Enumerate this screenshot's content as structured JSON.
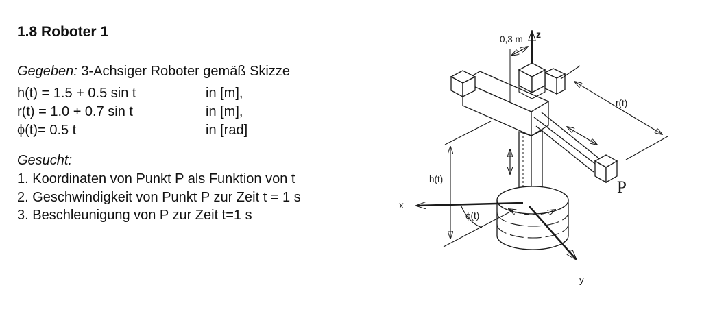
{
  "exercise": {
    "title": "1.8 Roboter 1",
    "given_label": "Gegeben:",
    "given_text": "3-Achsiger Roboter gemäß Skizze",
    "equations": [
      {
        "lhs": "h(t) = 1.5 + 0.5 sin t",
        "unit": "in [m],"
      },
      {
        "lhs": "r(t) = 1.0 + 0.7 sin t",
        "unit": "in [m],"
      },
      {
        "lhs": "ϕ(t)= 0.5 t",
        "unit": "in [rad]"
      }
    ],
    "sought_label": "Gesucht:",
    "tasks": [
      "1. Koordinaten von Punkt P als Funktion von t",
      "2. Geschwindigkeit von Punkt P zur Zeit t = 1 s",
      "3. Beschleunigung von P zur Zeit t=1 s"
    ]
  },
  "diagram": {
    "labels": {
      "offset": "0,3 m",
      "z_axis": "z",
      "x_axis": "x",
      "y_axis": "y",
      "height": "h(t)",
      "radius": "r(t)",
      "angle": "ϕ(t)",
      "point": "P"
    },
    "line_color": "#1a1a1a"
  }
}
